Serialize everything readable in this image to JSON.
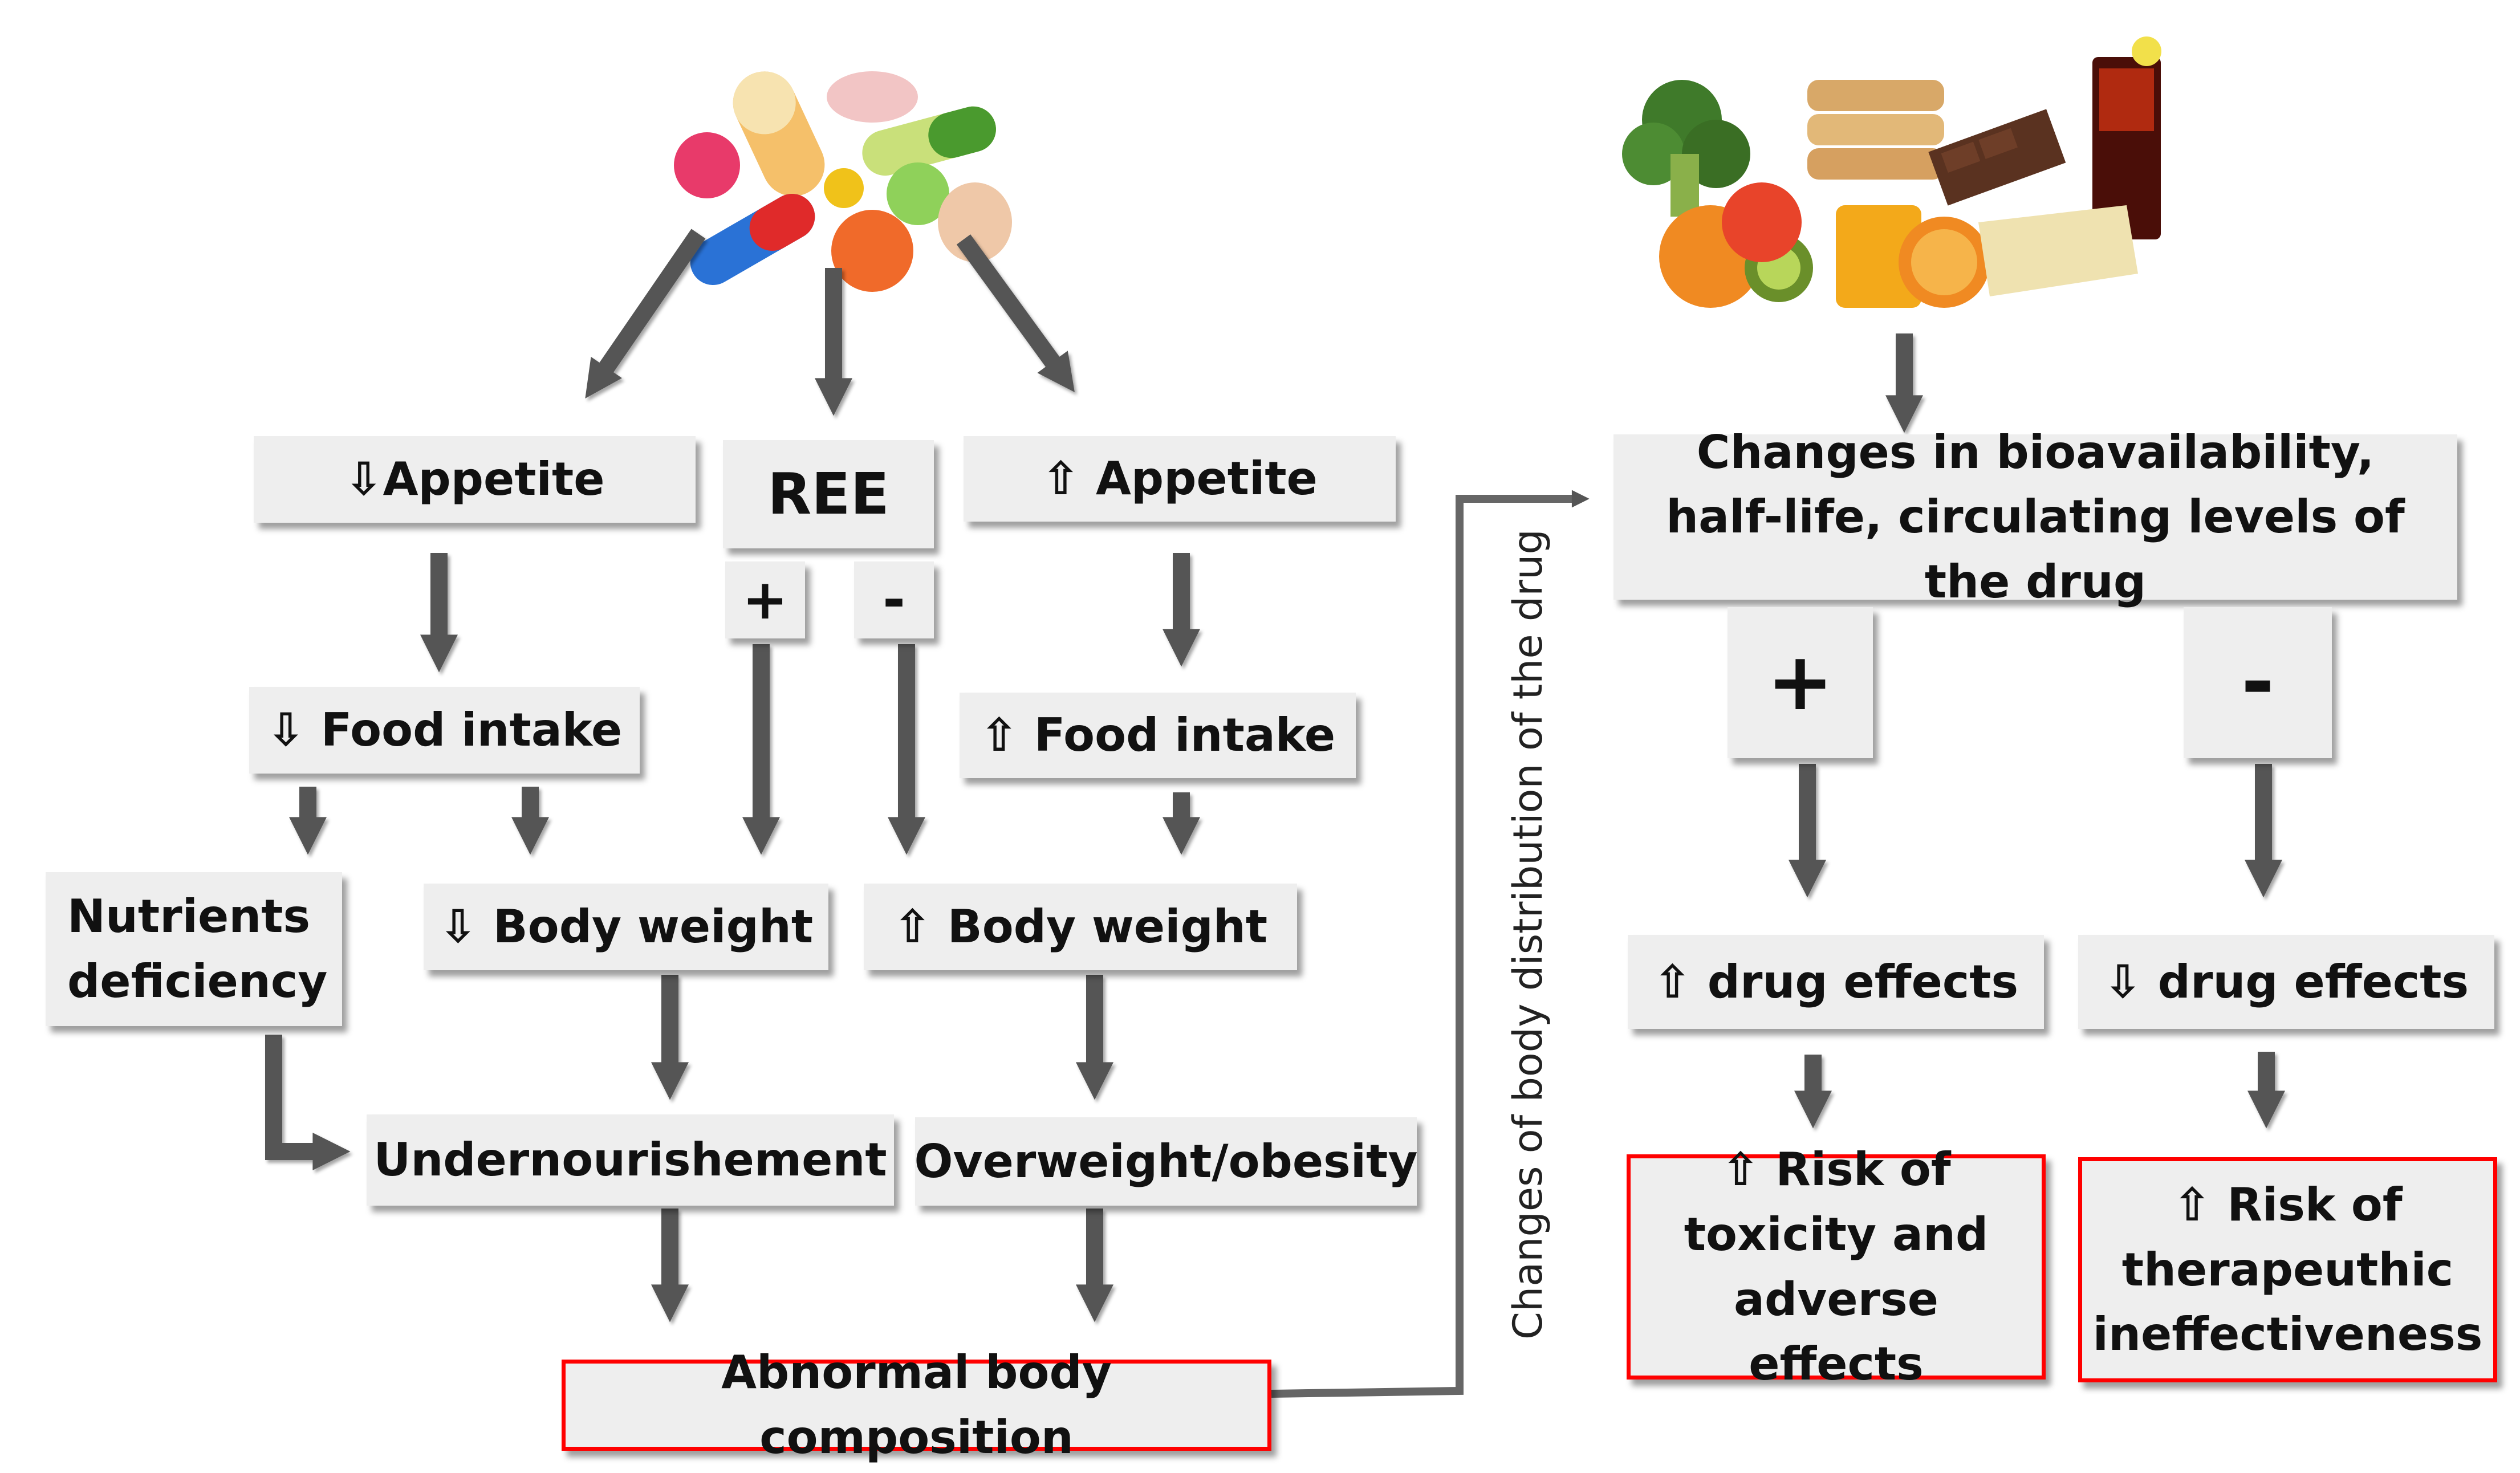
{
  "colors": {
    "box_fill": "#eeeeee",
    "arrow": "#555555",
    "risk_border": "#ff0000",
    "text": "#111111"
  },
  "images": {
    "left": "pills-and-capsules-photo",
    "right": "assorted-foods-photo"
  },
  "nodes": {
    "appetite_down": "⇩Appetite",
    "ree": "REE",
    "ree_plus": "+",
    "ree_minus": "-",
    "appetite_up": "⇧ Appetite",
    "food_intake_down": "⇩ Food intake",
    "food_intake_up": "⇧ Food intake",
    "nutrients_deficiency": "Nutrients deficiency",
    "body_weight_down": "⇩ Body weight",
    "body_weight_up": "⇧ Body weight",
    "undernourishment": "Undernourishement",
    "overweight": "Overweight/obesity",
    "abnormal_body_composition": "Abnormal body composition",
    "drug_changes": "Changes in bioavailability, half-life, circulating levels of the drug",
    "drug_plus": "+",
    "drug_minus": "-",
    "drug_effects_up": "⇧ drug effects",
    "drug_effects_down": "⇩ drug effects",
    "risk_toxicity": "⇧ Risk of toxicity and adverse effects",
    "risk_ineffectiveness": "⇧ Risk of therapeuthic ineffectiveness"
  },
  "connector_label": "Changes of body distribution of the drug"
}
